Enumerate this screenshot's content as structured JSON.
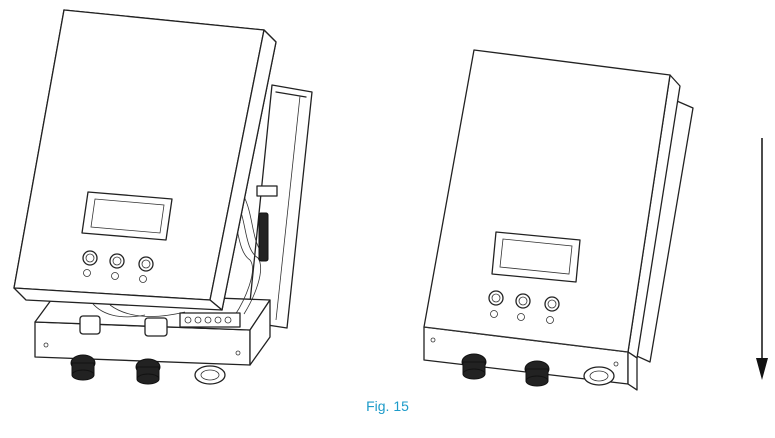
{
  "caption": "Fig. 15",
  "colors": {
    "caption": "#1d9bc9",
    "line": "#222222",
    "background": "#ffffff"
  },
  "figure": {
    "left_unit": "inverter-open-cover",
    "right_unit": "inverter-closed-cover",
    "arrow_direction": "down"
  }
}
